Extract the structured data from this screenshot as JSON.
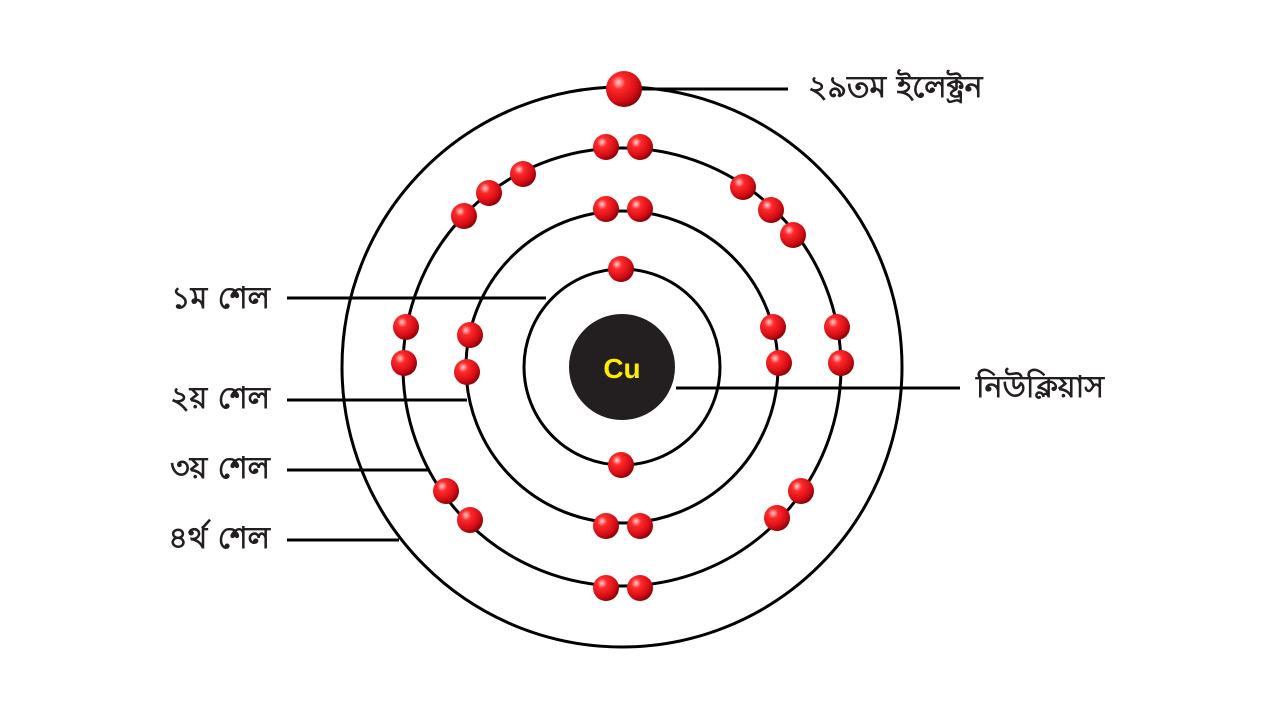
{
  "nucleus": {
    "symbol": "Cu"
  },
  "labels": {
    "electron_29": "২৯তম ইলেক্ট্রন",
    "nucleus": "নিউক্লিয়াস",
    "shell_1": "১ম শেল",
    "shell_2": "২য় শেল",
    "shell_3": "৩য় শেল",
    "shell_4": "৪র্থ শেল"
  },
  "shells": [
    {
      "name": "১ম শেল",
      "electrons": 2
    },
    {
      "name": "২য় শেল",
      "electrons": 8
    },
    {
      "name": "৩য় শেল",
      "electrons": 18
    },
    {
      "name": "৪র্থ শেল",
      "electrons": 1
    }
  ],
  "colors": {
    "electron": "#e3111b",
    "nucleus": "#231f20",
    "symbol": "#ffed00",
    "line": "#000000",
    "text": "#231f20"
  }
}
